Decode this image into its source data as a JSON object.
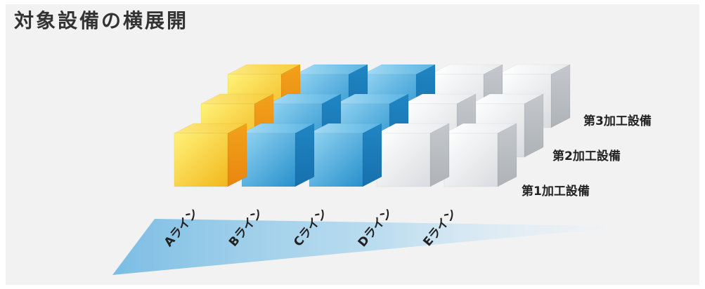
{
  "title": "対象設備の横展開",
  "colors": {
    "yellow": "#f7c531",
    "blue": "#39a3dc",
    "gray": "#e6e8ea",
    "floor": "#8cc8e8"
  },
  "lines": [
    {
      "label": "Aライン",
      "color": "yellow"
    },
    {
      "label": "Bライン",
      "color": "blue"
    },
    {
      "label": "Cライン",
      "color": "blue"
    },
    {
      "label": "Dライン",
      "color": "gray"
    },
    {
      "label": "Eライン",
      "color": "gray"
    }
  ],
  "equipment": [
    {
      "label": "第1加工設備"
    },
    {
      "label": "第2加工設備"
    },
    {
      "label": "第3加工設備"
    }
  ]
}
